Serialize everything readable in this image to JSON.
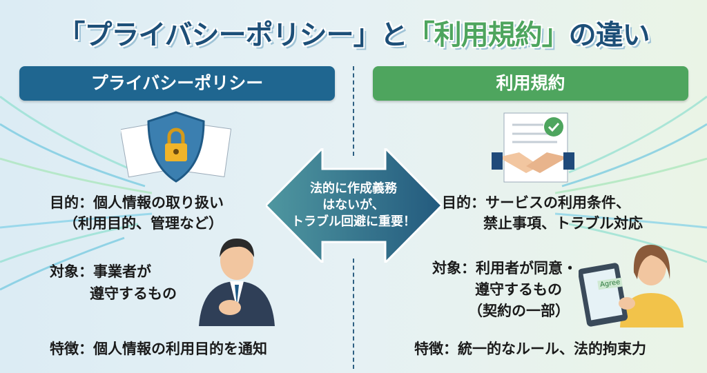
{
  "title": {
    "part1": "「プライバシーポリシー」と",
    "part2": "「利用規約」",
    "part3": "の違い"
  },
  "left": {
    "header": "プライバシーポリシー",
    "purpose_line1": "目的：個人情報の取り扱い",
    "purpose_line2": "（利用目的、管理など）",
    "target_line1": "対象：事業者が",
    "target_line2": "遵守するもの",
    "feature": "特徴：個人情報の利用目的を通知"
  },
  "right": {
    "header": "利用規約",
    "purpose_line1": "目的：サービスの利用条件、",
    "purpose_line2": "禁止事項、トラブル対応",
    "target_line1": "対象：利用者が同意・",
    "target_line2": "遵守するもの",
    "target_line3": "（契約の一部）",
    "feature": "特徴：統一的なルール、法的拘束力",
    "tablet_label": "Agree"
  },
  "center": {
    "line1": "法的に作成義務",
    "line2": "はないが、",
    "line3": "トラブル回避に重要！"
  },
  "colors": {
    "navy": "#1f6690",
    "green": "#4ea55e",
    "title": "#1d4f78"
  }
}
